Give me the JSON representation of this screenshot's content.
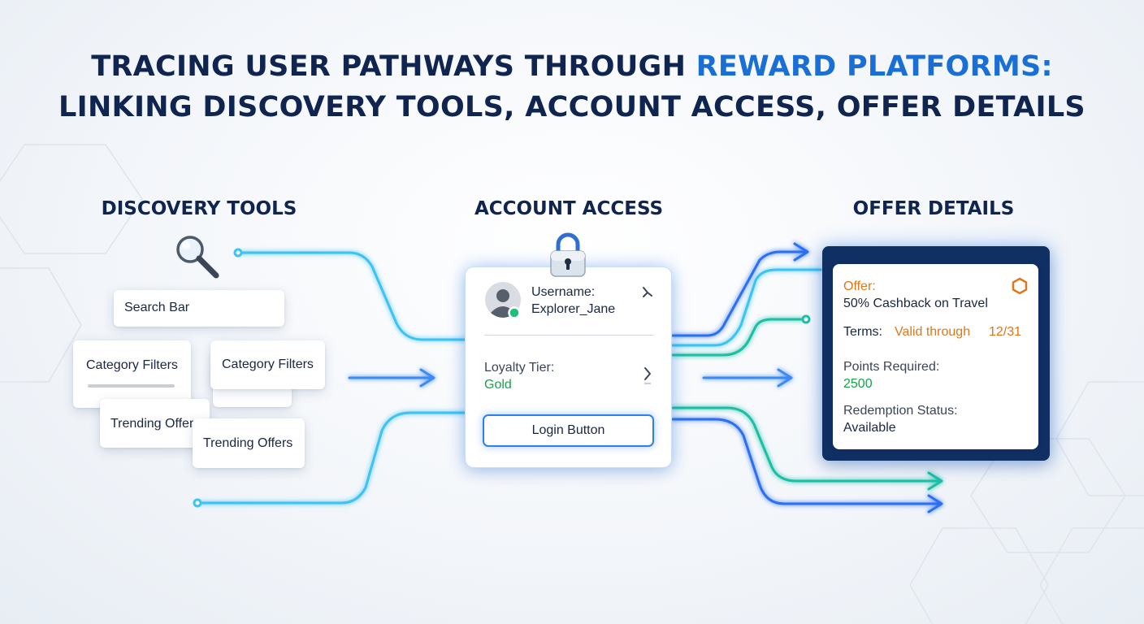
{
  "title": {
    "line1_main": "TRACING USER PATHWAYS THROUGH ",
    "line1_accent": "REWARD PLATFORMS:",
    "line2": "LINKING DISCOVERY TOOLS, ACCOUNT ACCESS, OFFER DETAILS"
  },
  "sections": {
    "discovery": "DISCOVERY TOOLS",
    "account": "ACCOUNT ACCESS",
    "offer": "OFFER DETAILS"
  },
  "discovery": {
    "search_bar": "Search Bar",
    "category_filters_1": "Category Filters",
    "category_filters_2": "Category Filters",
    "trending_offers_1": "Trending Offer",
    "trending_offers_2": "Trending Offers"
  },
  "account": {
    "username_label": "Username:",
    "username_value": "Explorer_Jane",
    "tier_label": "Loyalty Tier:",
    "tier_value": "Gold",
    "login_button": "Login Button"
  },
  "offer": {
    "offer_label": "Offer:",
    "offer_value": "50% Cashback on Travel",
    "terms_label": "Terms:",
    "terms_value": "Valid through",
    "terms_date": "12/31",
    "points_label": "Points Required:",
    "points_value": "2500",
    "status_label": "Redemption Status:",
    "status_value": "Available"
  },
  "colors": {
    "title": "#0f2550",
    "title_accent": "#1a6fd4",
    "flow_cyan": "#3ec3f2",
    "flow_blue": "#2a6ff0",
    "flow_teal": "#1fbfa6",
    "status_green": "#16a34a",
    "offer_orange": "#e0761b",
    "offer_panel": "#102f63"
  }
}
